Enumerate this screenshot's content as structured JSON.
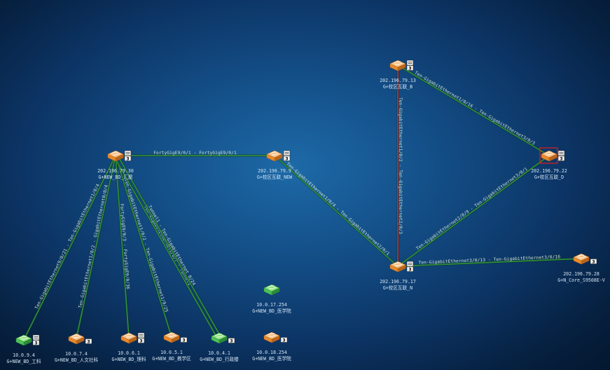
{
  "colors": {
    "link_normal": "#2e8b3c",
    "link_alert": "#c62828",
    "switch_orange": "#e88a2c",
    "switch_green": "#4cc35a",
    "selection": "#e01f1f"
  },
  "nodes": [
    {
      "id": "n_b",
      "ip": "202.196.79.13",
      "name": "G+校区互联_B",
      "color": "orange",
      "badges": [
        "stack-icon",
        "3"
      ]
    },
    {
      "id": "n_d",
      "ip": "202.196.79.22",
      "name": "G+校区互联_D",
      "color": "orange",
      "badges": [
        "stack-icon",
        "3"
      ],
      "selected": true
    },
    {
      "id": "n_30",
      "ip": "202.196.79.30",
      "name": "G+NEW_BD_汇聚",
      "color": "orange",
      "badges": [
        "stack-icon",
        "3"
      ]
    },
    {
      "id": "n_9",
      "ip": "202.196.79.9",
      "name": "G+校区互联_NEW",
      "color": "orange",
      "badges": [
        "stack-icon",
        "3"
      ]
    },
    {
      "id": "n_n",
      "ip": "202.196.79.17",
      "name": "G+校区互联_N",
      "color": "orange",
      "badges": [
        "stack-icon",
        "3"
      ]
    },
    {
      "id": "n_core",
      "ip": "202.196.79.28",
      "name": "G+N_Core_S9508E-V",
      "color": "orange",
      "badges": [
        "3"
      ]
    },
    {
      "id": "n_gk",
      "ip": "10.0.9.4",
      "name": "G+NEW_BD_工科",
      "color": "green",
      "badges": [
        "stack-icon",
        "3"
      ]
    },
    {
      "id": "n_rw",
      "ip": "10.0.7.4",
      "name": "G+NEW_BD_人文社科",
      "color": "orange",
      "badges": [
        "3"
      ]
    },
    {
      "id": "n_lk",
      "ip": "10.0.6.1",
      "name": "G+NEW_BD_理科",
      "color": "orange",
      "badges": [
        "stack-icon",
        "3"
      ]
    },
    {
      "id": "n_jx",
      "ip": "10.0.5.1",
      "name": "G+NEW_BD_教学区",
      "color": "orange",
      "badges": [
        "3"
      ]
    },
    {
      "id": "n_xz",
      "ip": "10.0.4.1",
      "name": "G+NEW_BD_行政楼",
      "color": "green",
      "badges": [
        "3"
      ]
    },
    {
      "id": "n_yx1",
      "ip": "10.0.17.254",
      "name": "G+NEW_BD_医学院",
      "color": "green",
      "badges": []
    },
    {
      "id": "n_yx2",
      "ip": "10.0.18.254",
      "name": "G+NEW_BD_医学院",
      "color": "orange",
      "badges": [
        "3"
      ]
    }
  ],
  "links": [
    {
      "id": "l_30_9",
      "label": "FortyGigE9/0/1 - FortyGigE9/0/1",
      "status": "normal"
    },
    {
      "id": "l_b_d",
      "label": "Ten-GigabitEthernet1/0/16 - Ten-GigabitEthernet3/0/3",
      "status": "normal"
    },
    {
      "id": "l_b_n",
      "label": "Ten-GigabitEthernet1/0/2 - Ten-GigabitEthernet2/0/3",
      "status": "alert"
    },
    {
      "id": "l_9_n",
      "label": "Ten-GigabitEthernet1/0/4 - Ten-GigabitEthernet2/0/1",
      "status": "normal"
    },
    {
      "id": "l_n_d",
      "label": "Ten-GigabitEthernet2/0/9 - Ten-GigabitEthernet3/0/1",
      "status": "normal"
    },
    {
      "id": "l_n_core",
      "label": "Ten-GigabitEthernet3/0/13 - Ten-GigabitEthernet3/0/16",
      "status": "normal"
    },
    {
      "id": "l_30_gk",
      "label": "Ten-GigabitEthernet9/0/21 - Ten-GigabitEthernet1/0/4",
      "status": "normal"
    },
    {
      "id": "l_30_rw",
      "label": "Ten-GigabitEthernet1/0/2 - GigabitEthernet0/0/4",
      "status": "normal"
    },
    {
      "id": "l_30_lk",
      "label": "FortyGigE9/0/3 - FortyGigE9/0/36",
      "status": "normal"
    },
    {
      "id": "l_30_jx",
      "label": "Ten-GigabitEthernet1/0/2 - Ten-GigabitEthernet1/0/25",
      "status": "normal"
    },
    {
      "id": "l_30_xz1",
      "label": "Ten-GigabitEthernet1/0/7 - Tunnel1",
      "status": "normal"
    },
    {
      "id": "l_30_xz2",
      "label": "Tunnel1 - Ten-GigabitEthernet 0/24",
      "status": "normal"
    }
  ]
}
